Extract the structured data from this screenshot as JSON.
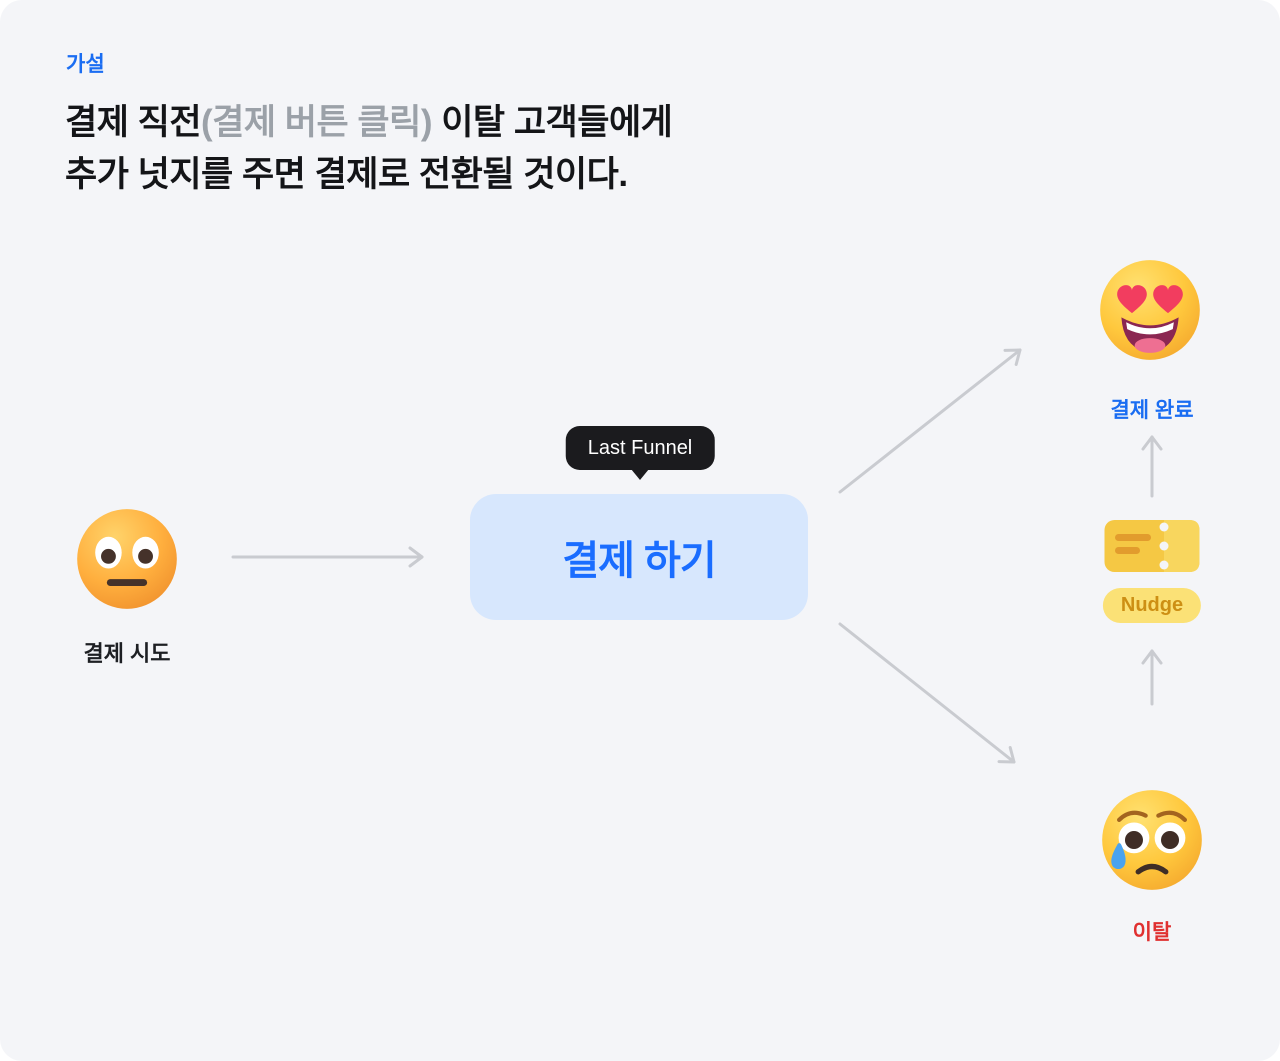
{
  "page": {
    "background": "#f4f5f8"
  },
  "header": {
    "eyebrow": "가설",
    "line1": {
      "lead": "결제 직전",
      "paren": "(결제 버튼 클릭)",
      "tail": " 이탈 고객들에게"
    },
    "line2": {
      "bold": "추가 넛지를 주면 결제로 전환될",
      "tail": " 것이다."
    }
  },
  "diagram": {
    "start": {
      "label": "결제 시도"
    },
    "funnel": {
      "tooltip": "Last Funnel",
      "button": "결제 하기"
    },
    "success": {
      "label": "결제 완료"
    },
    "nudge": {
      "label": "Nudge"
    },
    "churn": {
      "label": "이탈"
    }
  },
  "icons": {
    "start": "neutral-face-emoji",
    "success": "heart-eyes-emoji",
    "churn": "crying-face-emoji",
    "nudge": "ticket-icon"
  },
  "colors": {
    "accent_blue": "#1a6df2",
    "button_background": "#d7e7fd",
    "button_text": "#1a6dff",
    "heading": "#141518",
    "muted_gray": "#9ba1a8",
    "tooltip_background": "#1b1b1e",
    "arrow_gray": "#c9cbd0",
    "churn_red": "#e03030",
    "nudge_background": "#fbe176",
    "nudge_text": "#cd8f14"
  }
}
